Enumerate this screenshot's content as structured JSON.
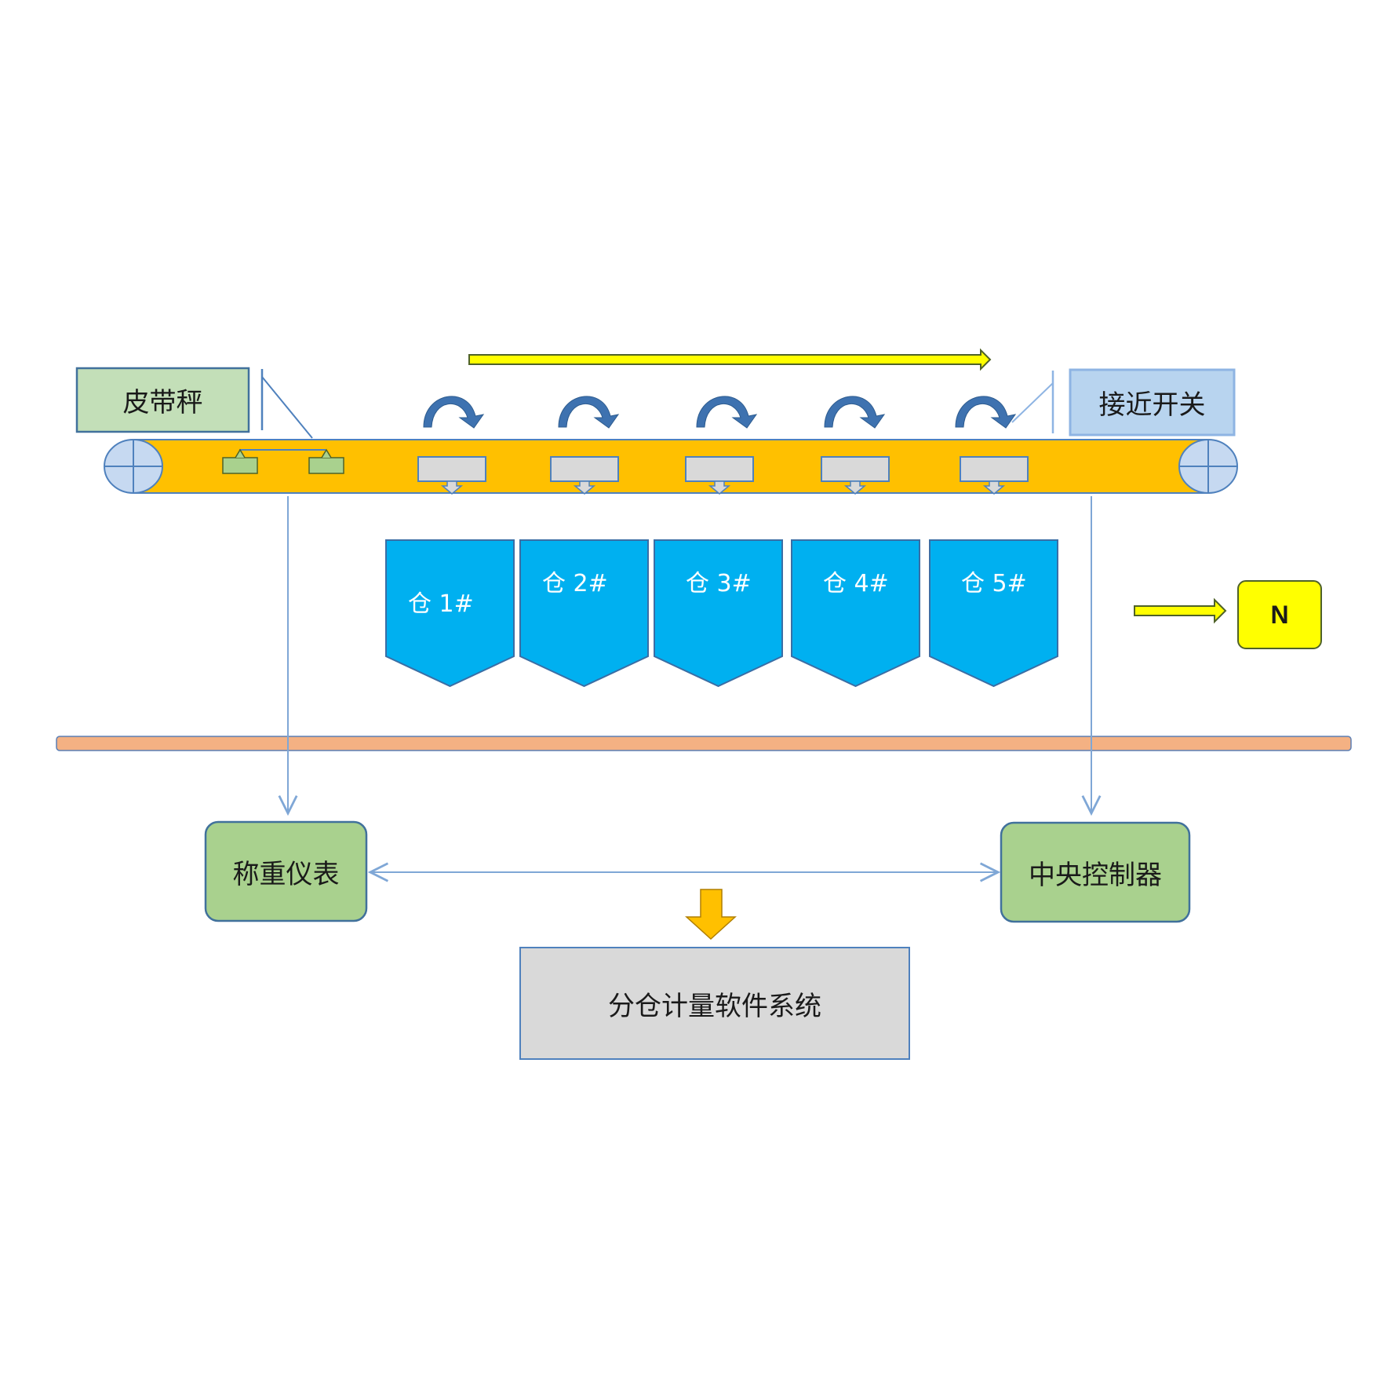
{
  "labels": {
    "belt_scale": "皮带秤",
    "proximity_switch": "接近开关",
    "weighing_instrument": "称重仪表",
    "central_controller": "中央控制器",
    "software_system": "分仓计量软件系统",
    "north_marker": "N"
  },
  "bins": [
    {
      "label": "仓 1#"
    },
    {
      "label": "仓 2#"
    },
    {
      "label": "仓 3#"
    },
    {
      "label": "仓 4#"
    },
    {
      "label": "仓 5#"
    }
  ],
  "colors": {
    "belt": "#FFC000",
    "belt_outline": "#4F81BD",
    "roller_fill": "#C6D9F1",
    "bin_fill": "#00B0F0",
    "belt_scale_fill": "#C3DFB8",
    "proximity_fill": "#B8D4EF",
    "device_box_fill": "#A9D18E",
    "software_fill": "#D9D9D9",
    "floor_line": "#F4B183",
    "flow_arrow": "#FFFF00",
    "down_arrow": "#FFC000",
    "curved_arrow": "#3E72B0",
    "connector": "#7FA7D6"
  }
}
